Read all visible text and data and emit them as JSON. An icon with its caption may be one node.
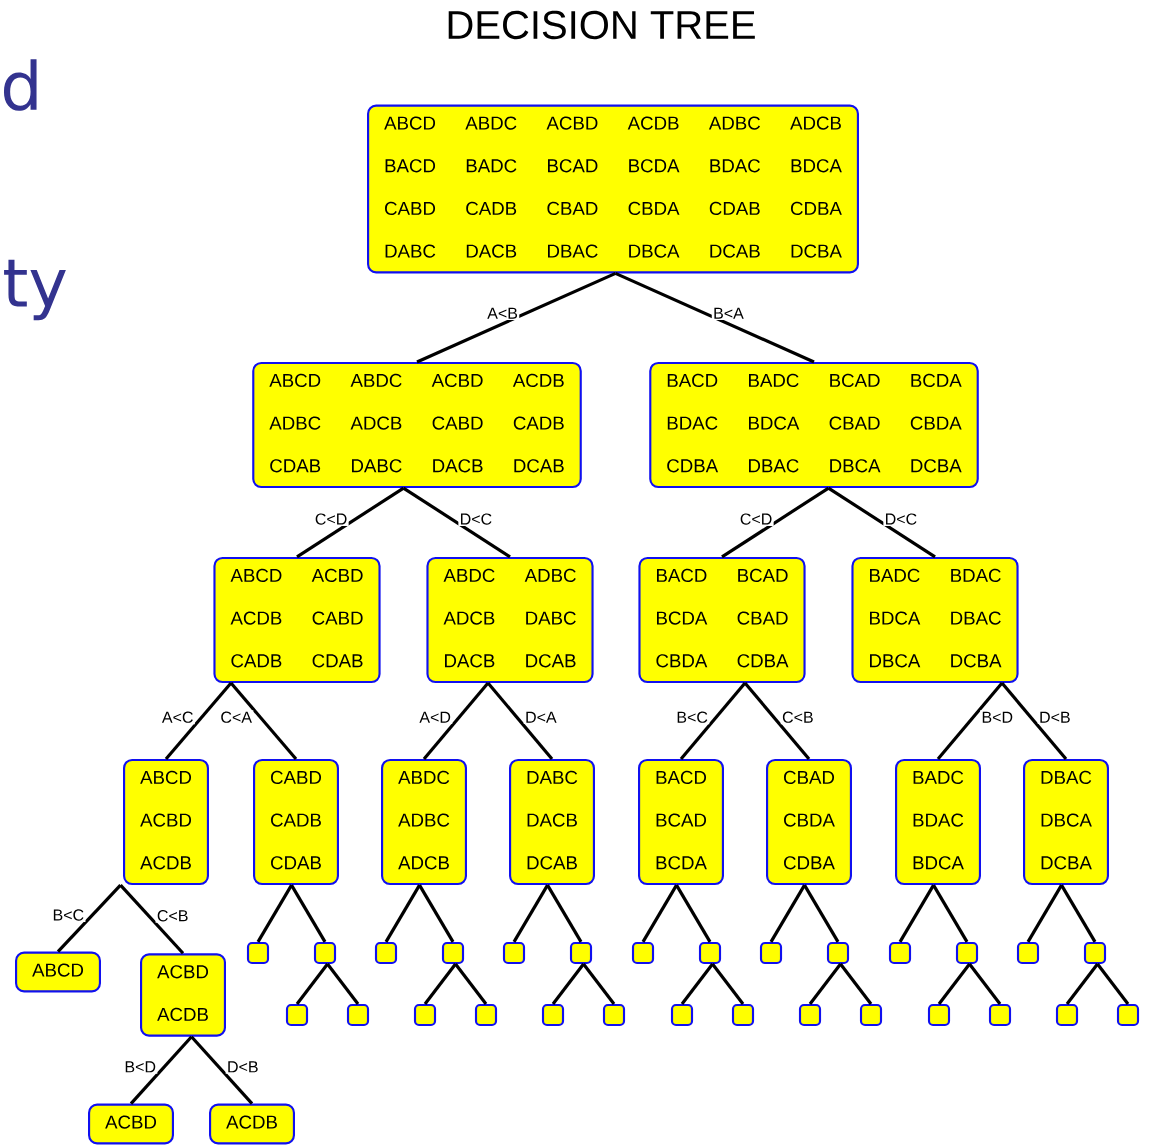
{
  "diagram": {
    "title": "DECISION TREE",
    "nodes": [
      {
        "text": [
          "ABCD",
          "ABDC",
          "ACBD",
          "ACDB",
          "ADBC",
          "ADCB",
          "BACD",
          "BADC",
          "BCAD",
          "BCDA",
          "BDAC",
          "BDCA",
          "CABD",
          "CADB",
          "CBAD",
          "CBDA",
          "CDAB",
          "CDBA",
          "DABC",
          "DACB",
          "DBAC",
          "DBCA",
          "DCAB",
          "DCBA"
        ]
      },
      {
        "text": [
          "ABCD",
          "ABDC",
          "ACBD",
          "ACDB",
          "ADBC",
          "ADCB",
          "CABD",
          "CADB",
          "CDAB",
          "DABC",
          "DACB",
          "DCAB"
        ]
      },
      {
        "text": [
          "BACD",
          "BADC",
          "BCAD",
          "BCDA",
          "BDAC",
          "BDCA",
          "CBAD",
          "CBDA",
          "CDBA",
          "DBAC",
          "DBCA",
          "DCBA"
        ]
      },
      {
        "text": [
          "ABCD",
          "ACBD",
          "ACDB",
          "CABD",
          "CADB",
          "CDAB"
        ]
      },
      {
        "text": [
          "ABDC",
          "ADBC",
          "ADCB",
          "DABC",
          "DACB",
          "DCAB"
        ]
      },
      {
        "text": [
          "BACD",
          "BCAD",
          "BCDA",
          "CBAD",
          "CBDA",
          "CDBA"
        ]
      },
      {
        "text": [
          "BADC",
          "BDAC",
          "BDCA",
          "DBAC",
          "DBCA",
          "DCBA"
        ]
      },
      {
        "text": [
          "ABCD",
          "ACBD",
          "ACDB"
        ]
      },
      {
        "text": [
          "CABD",
          "CADB",
          "CDAB"
        ]
      },
      {
        "text": [
          "ABDC",
          "ADBC",
          "ADCB"
        ]
      },
      {
        "text": [
          "DABC",
          "DACB",
          "DCAB"
        ]
      },
      {
        "text": [
          "BACD",
          "BCAD",
          "BCDA"
        ]
      },
      {
        "text": [
          "CBAD",
          "CBDA",
          "CDBA"
        ]
      },
      {
        "text": [
          "BADC",
          "BDAC",
          "BDCA"
        ]
      },
      {
        "text": [
          "DBAC",
          "DBCA",
          "DCBA"
        ]
      },
      {
        "text": [
          "ABCD"
        ]
      },
      {
        "text": [
          "ACBD",
          "ACDB"
        ]
      },
      {
        "text": [
          "ACBD"
        ]
      },
      {
        "text": [
          "ACDB"
        ]
      },
      {
        "text": [],
        "shape": "box"
      },
      {
        "text": [],
        "shape": "box"
      },
      {
        "text": [],
        "shape": "box"
      },
      {
        "text": [],
        "shape": "box"
      },
      {
        "text": [],
        "shape": "box"
      },
      {
        "text": [],
        "shape": "box"
      },
      {
        "text": [],
        "shape": "box"
      },
      {
        "text": [],
        "shape": "box"
      },
      {
        "text": [],
        "shape": "box"
      },
      {
        "text": [],
        "shape": "box"
      },
      {
        "text": [],
        "shape": "box"
      },
      {
        "text": [],
        "shape": "box"
      },
      {
        "text": [],
        "shape": "box"
      },
      {
        "text": [],
        "shape": "box"
      },
      {
        "text": [],
        "shape": "box"
      },
      {
        "text": [],
        "shape": "box"
      },
      {
        "text": [],
        "shape": "box"
      },
      {
        "text": [],
        "shape": "box"
      },
      {
        "text": [],
        "shape": "box"
      },
      {
        "text": [],
        "shape": "box"
      },
      {
        "text": [],
        "shape": "box"
      },
      {
        "text": [],
        "shape": "box"
      },
      {
        "text": [],
        "shape": "box"
      },
      {
        "text": [],
        "shape": "box"
      },
      {
        "text": [],
        "shape": "box"
      },
      {
        "text": [],
        "shape": "box"
      },
      {
        "text": [],
        "shape": "box"
      },
      {
        "text": [],
        "shape": "box"
      }
    ],
    "edges": [
      {
        "from": 0,
        "to": 1,
        "arrow": "none",
        "label": "A<B"
      },
      {
        "from": 0,
        "to": 2,
        "arrow": "none",
        "label": "B<A"
      },
      {
        "from": 1,
        "to": 3,
        "arrow": "none",
        "label": "C<D"
      },
      {
        "from": 1,
        "to": 4,
        "arrow": "none",
        "label": "D<C"
      },
      {
        "from": 2,
        "to": 5,
        "arrow": "none",
        "label": "C<D"
      },
      {
        "from": 2,
        "to": 6,
        "arrow": "none",
        "label": "D<C"
      },
      {
        "from": 3,
        "to": 7,
        "arrow": "none",
        "label": "A<C"
      },
      {
        "from": 3,
        "to": 8,
        "arrow": "none",
        "label": "C<A"
      },
      {
        "from": 4,
        "to": 9,
        "arrow": "none",
        "label": "A<D"
      },
      {
        "from": 4,
        "to": 10,
        "arrow": "none",
        "label": "D<A"
      },
      {
        "from": 5,
        "to": 11,
        "arrow": "none",
        "label": "B<C"
      },
      {
        "from": 5,
        "to": 12,
        "arrow": "none",
        "label": "C<B"
      },
      {
        "from": 6,
        "to": 13,
        "arrow": "none",
        "label": "B<D"
      },
      {
        "from": 6,
        "to": 14,
        "arrow": "none",
        "label": "D<B"
      },
      {
        "from": 7,
        "to": 15,
        "arrow": "none",
        "label": "B<C"
      },
      {
        "from": 7,
        "to": 16,
        "arrow": "none",
        "label": "C<B"
      },
      {
        "from": 16,
        "to": 17,
        "arrow": "none",
        "label": "B<D"
      },
      {
        "from": 16,
        "to": 18,
        "arrow": "none",
        "label": "D<B"
      },
      {
        "from": 8,
        "to": 19,
        "arrow": "none"
      },
      {
        "from": 8,
        "to": 20,
        "arrow": "none"
      },
      {
        "from": 20,
        "to": 33,
        "arrow": "none"
      },
      {
        "from": 20,
        "to": 34,
        "arrow": "none"
      },
      {
        "from": 9,
        "to": 21,
        "arrow": "none"
      },
      {
        "from": 9,
        "to": 22,
        "arrow": "none"
      },
      {
        "from": 22,
        "to": 35,
        "arrow": "none"
      },
      {
        "from": 22,
        "to": 36,
        "arrow": "none"
      },
      {
        "from": 10,
        "to": 23,
        "arrow": "none"
      },
      {
        "from": 10,
        "to": 24,
        "arrow": "none"
      },
      {
        "from": 24,
        "to": 37,
        "arrow": "none"
      },
      {
        "from": 24,
        "to": 38,
        "arrow": "none"
      },
      {
        "from": 11,
        "to": 25,
        "arrow": "none"
      },
      {
        "from": 11,
        "to": 26,
        "arrow": "none"
      },
      {
        "from": 26,
        "to": 39,
        "arrow": "none"
      },
      {
        "from": 26,
        "to": 40,
        "arrow": "none"
      },
      {
        "from": 12,
        "to": 27,
        "arrow": "none"
      },
      {
        "from": 12,
        "to": 28,
        "arrow": "none"
      },
      {
        "from": 28,
        "to": 41,
        "arrow": "none"
      },
      {
        "from": 28,
        "to": 42,
        "arrow": "none"
      },
      {
        "from": 13,
        "to": 29,
        "arrow": "none"
      },
      {
        "from": 13,
        "to": 30,
        "arrow": "none"
      },
      {
        "from": 30,
        "to": 43,
        "arrow": "none"
      },
      {
        "from": 30,
        "to": 44,
        "arrow": "none"
      },
      {
        "from": 14,
        "to": 31,
        "arrow": "none"
      },
      {
        "from": 14,
        "to": 32,
        "arrow": "none"
      },
      {
        "from": 32,
        "to": 45,
        "arrow": "none"
      },
      {
        "from": 32,
        "to": 46,
        "arrow": "none"
      }
    ],
    "labels": [
      "d",
      "ty"
    ]
  }
}
